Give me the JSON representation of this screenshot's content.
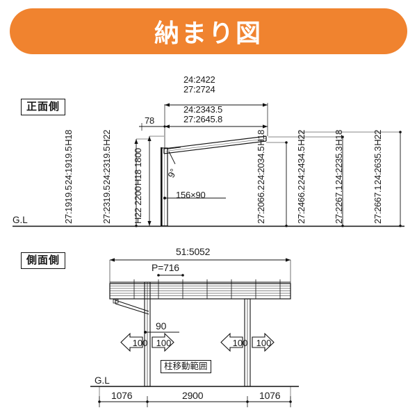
{
  "banner": {
    "title": "納まり図"
  },
  "front_view": {
    "label": "正面側",
    "ground_label": "G.L",
    "top_dim_outer": {
      "line1": "24:2422",
      "line2": "27:2724"
    },
    "top_dim_inner": {
      "line1": "24:2343.5",
      "line2": "27:2645.8"
    },
    "eave_dim": "78",
    "angle": "9°",
    "post_size": "156×90",
    "height_columns": [
      {
        "head": "H18",
        "line1": "24:1919.5",
        "line2": "27:1919.5"
      },
      {
        "head": "H22",
        "line1": "24:2319.5",
        "line2": "27:2319.5"
      },
      {
        "head1": "H18 1800",
        "head2": "H22 2200"
      },
      {
        "head": "H18",
        "line1": "24:2034.5",
        "line2": "27:2066.2"
      },
      {
        "head": "H22",
        "line1": "24:2434.5",
        "line2": "27:2466.2"
      },
      {
        "head": "H18",
        "line1": "24:2235.3",
        "line2": "27:2267.1"
      },
      {
        "head": "H22",
        "line1": "24:2635.3",
        "line2": "27:2667.1"
      }
    ]
  },
  "side_view": {
    "label": "側面側",
    "ground_label": "G.L",
    "overall_dim": "51:5052",
    "pitch_dim": "P=716",
    "post_width_dim": "90",
    "move_range_label": "柱移動範囲",
    "move_arrows": [
      "100",
      "100",
      "100",
      "100"
    ],
    "base_dims": [
      "1076",
      "2900",
      "1076"
    ]
  },
  "colors": {
    "banner": "#f0832f",
    "line": "#111111",
    "background": "#ffffff"
  }
}
